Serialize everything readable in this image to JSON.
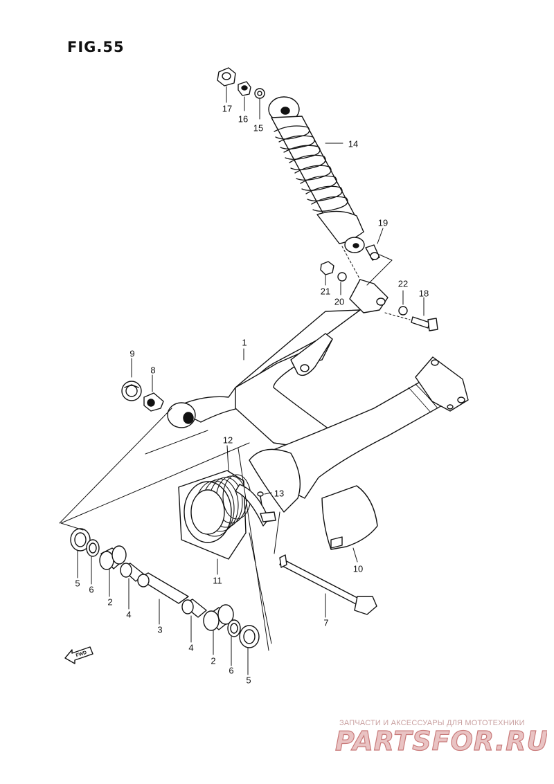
{
  "figure": {
    "title": "FIG.55"
  },
  "direction_label": "FWD",
  "watermark": {
    "caption": "ЗАПЧАСТИ И АКСЕССУАРЫ ДЛЯ МОТОТЕХНИКИ",
    "logo_text": "PARTSFOR.RU"
  },
  "callouts": {
    "c1": "1",
    "c2a": "2",
    "c2b": "2",
    "c3": "3",
    "c4a": "4",
    "c4b": "4",
    "c5a": "5",
    "c5b": "5",
    "c6a": "6",
    "c6b": "6",
    "c7": "7",
    "c8": "8",
    "c9": "9",
    "c10": "10",
    "c11": "11",
    "c12": "12",
    "c13": "13",
    "c14": "14",
    "c15": "15",
    "c16": "16",
    "c17": "17",
    "c18": "18",
    "c19": "19",
    "c20": "20",
    "c21": "21",
    "c22": "22"
  },
  "colors": {
    "line": "#111111",
    "watermark": "#c97a7a"
  }
}
